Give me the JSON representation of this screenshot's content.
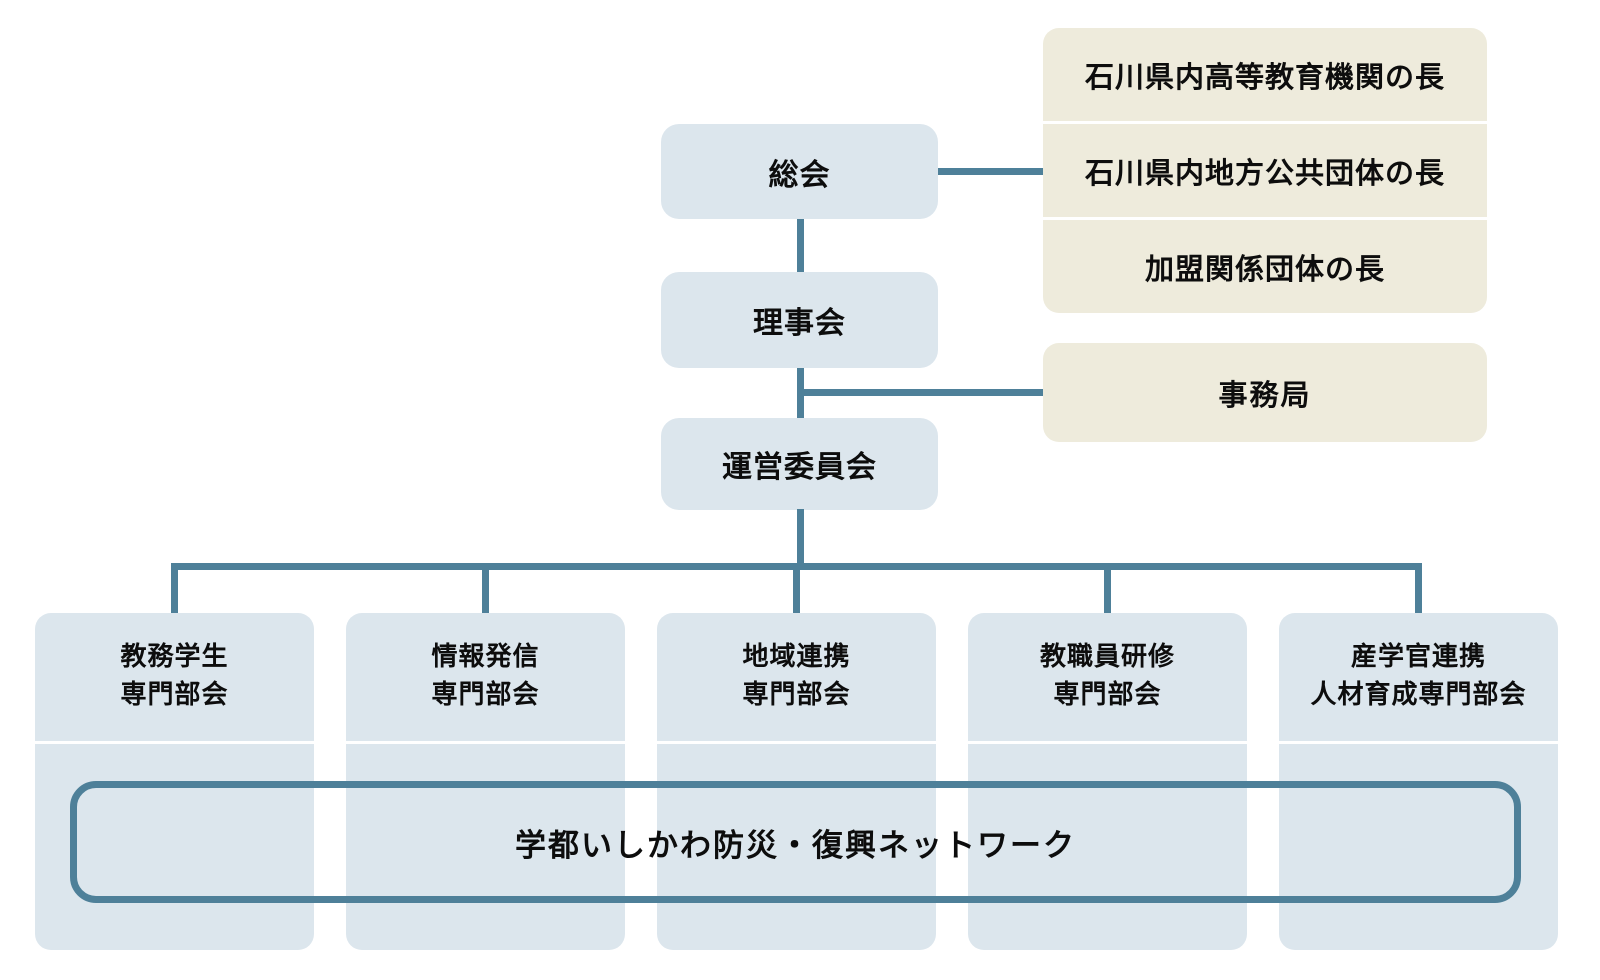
{
  "diagram": {
    "title": "consortium-organization-chart",
    "assembly": "総会",
    "board": "理事会",
    "steering_committee": "運営委員会",
    "members": [
      {
        "label": "石川県内高等教育機関の長"
      },
      {
        "label": "石川県内地方公共団体の長"
      },
      {
        "label": "加盟関係団体の長"
      }
    ],
    "secretariat": "事務局",
    "subcommittees": [
      {
        "line1": "教務学生",
        "line2": "専門部会"
      },
      {
        "line1": "情報発信",
        "line2": "専門部会"
      },
      {
        "line1": "地域連携",
        "line2": "専門部会"
      },
      {
        "line1": "教職員研修",
        "line2": "専門部会"
      },
      {
        "line1": "産学官連携",
        "line2": "人材育成専門部会"
      }
    ],
    "network_banner": "学都いしかわ防災・復興ネットワーク",
    "colors": {
      "box_blue": "#dce6ed",
      "box_beige": "#eeebdc",
      "connector": "#4e8099",
      "text": "#0d0d0d",
      "background": "#ffffff"
    }
  }
}
